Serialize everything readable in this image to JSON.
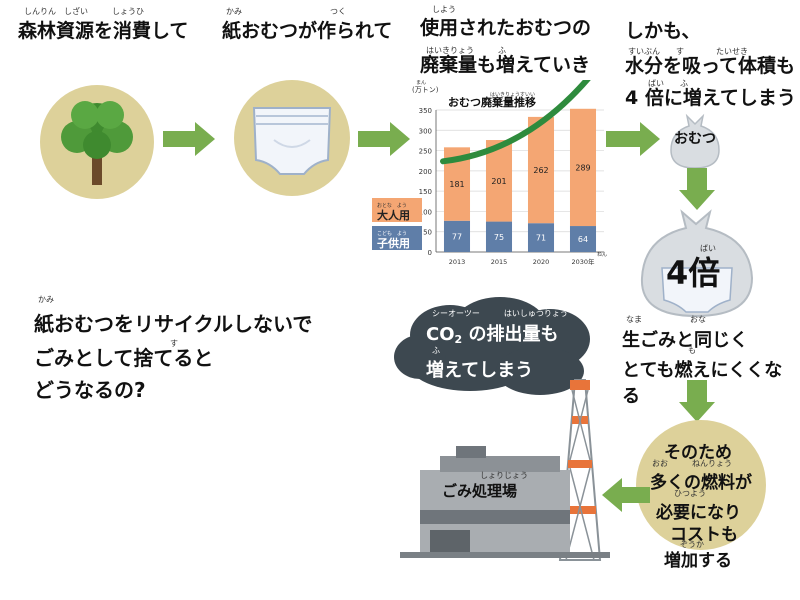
{
  "step1": {
    "ruby": "しんりん　しざい　　　しょうひ",
    "text": "森林資源を消費して"
  },
  "step2": {
    "ruby_a": "かみ",
    "ruby_b": "つく",
    "text": "紙おむつが作られて"
  },
  "step3": {
    "ruby_a": "しよう",
    "line1": "使用されたおむつの",
    "ruby_b": "はいきりょう　　　ふ",
    "line2": "廃棄量も増えていき"
  },
  "step4": {
    "line1": "しかも、",
    "ruby_a": "すいぶん　　す　　　　たいせき",
    "line2": "水分を吸って体積も",
    "ruby_b": "ばい　　ふ",
    "line3": "4 倍に増えてしまう"
  },
  "bag_small": {
    "label": "おむつ"
  },
  "bag_big": {
    "label": "4倍",
    "ruby": "ばい"
  },
  "question": {
    "ruby_a": "かみ",
    "line1": "紙おむつをリサイクルしないで",
    "line2": "ごみとして捨てると",
    "ruby_b": "す",
    "line3": "どうなるの?"
  },
  "cloud": {
    "ruby": "シーオーツー　　　はいしゅつりょう",
    "line1_a": "CO",
    "line1_sub": "2",
    "line1_b": " の排出量も",
    "ruby_b": "ふ",
    "line2": "増えてしまう"
  },
  "step5": {
    "ruby": "なま　　　　　　おな",
    "line1": "生ごみと同じく",
    "ruby_b": "も",
    "line2": "とても燃えにくくなる"
  },
  "step6": {
    "line1": "そのため",
    "ruby_a": "おお　　　ねんりょう",
    "line2": "多くの燃料が",
    "ruby_b": "ひつよう",
    "line3": "必要になり",
    "line4": "コストも",
    "ruby_c": "ぞうか",
    "line5": "増加する"
  },
  "plant": {
    "label": "ごみ処理場",
    "ruby": "しょりじょう"
  },
  "colors": {
    "green_arrow": "#79ad4f",
    "circle": "#ddd19a",
    "adult": "#f4a673",
    "child": "#5f7ea8",
    "smoke": "#3d4850"
  },
  "chart_data": {
    "type": "bar",
    "title": "おむつ廃棄量推移",
    "title_ruby": "はいきりょうすいい",
    "ylabel": "(万トン)",
    "ylabel_ruby": "まん",
    "categories": [
      "2013",
      "2015",
      "2020",
      "2030年"
    ],
    "ylim": [
      0,
      350
    ],
    "yticks": [
      0,
      50,
      100,
      150,
      200,
      250,
      300,
      350
    ],
    "stacked": true,
    "series": [
      {
        "name": "子供用",
        "name_ruby": "こども　よう",
        "values": [
          77,
          75,
          71,
          64
        ],
        "color": "#5f7ea8"
      },
      {
        "name": "大人用",
        "name_ruby": "おとな　よう",
        "values": [
          181,
          201,
          262,
          289
        ],
        "color": "#f4a673"
      }
    ],
    "x_note_ruby": "ねん",
    "grid": true
  }
}
